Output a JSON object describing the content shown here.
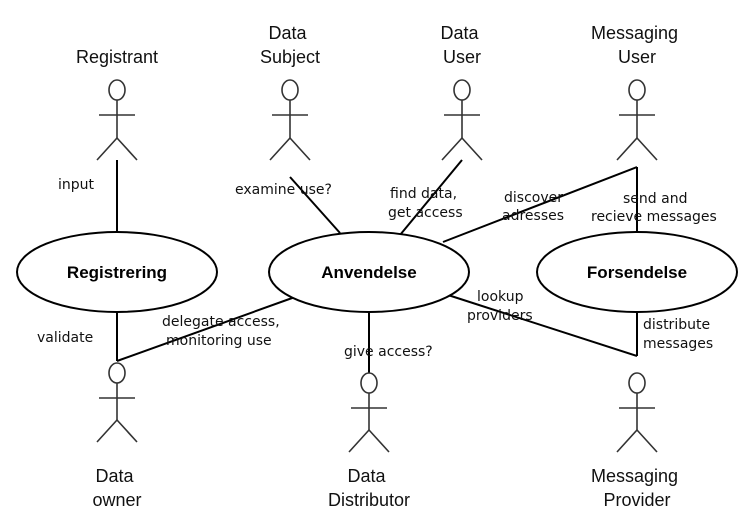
{
  "actors": {
    "registrant": {
      "name_lines": [
        "Registrant"
      ]
    },
    "data_subject": {
      "name_lines": [
        "Data",
        "Subject"
      ]
    },
    "data_user": {
      "name_lines": [
        "Data",
        "User"
      ]
    },
    "messaging_user": {
      "name_lines": [
        "Messaging",
        "User"
      ]
    },
    "data_owner": {
      "name_lines": [
        "Data",
        "owner"
      ]
    },
    "data_distributor": {
      "name_lines": [
        "Data",
        "Distributor"
      ]
    },
    "messaging_provider": {
      "name_lines": [
        "Messaging",
        "Provider"
      ]
    }
  },
  "usecases": {
    "registrering": {
      "label": "Registrering"
    },
    "anvendelse": {
      "label": "Anvendelse"
    },
    "forsendelse": {
      "label": "Forsendelse"
    }
  },
  "edges": {
    "input": {
      "label_lines": [
        "input"
      ]
    },
    "validate": {
      "label_lines": [
        "validate"
      ]
    },
    "examine_use": {
      "label_lines": [
        "examine use?"
      ]
    },
    "find_data": {
      "label_lines": [
        "find data,",
        "get access"
      ]
    },
    "discover": {
      "label_lines": [
        "discover",
        "adresses"
      ]
    },
    "send_receive": {
      "label_lines": [
        "send and",
        "recieve messages"
      ]
    },
    "delegate": {
      "label_lines": [
        "delegate access,",
        "monitoring use"
      ]
    },
    "give_access": {
      "label_lines": [
        "give access?"
      ]
    },
    "lookup": {
      "label_lines": [
        "lookup",
        "providers"
      ]
    },
    "distribute": {
      "label_lines": [
        "distribute",
        "messages"
      ]
    }
  }
}
